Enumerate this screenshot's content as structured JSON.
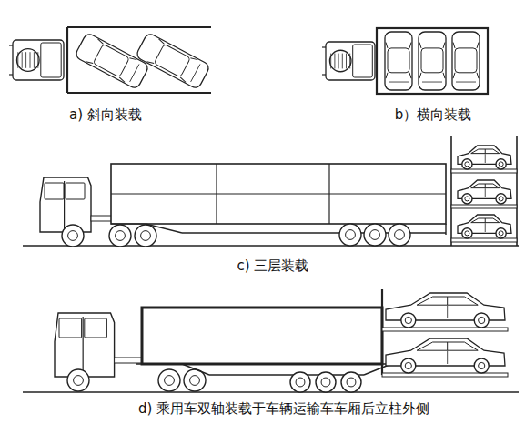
{
  "diagram": {
    "labels": [
      "a) 斜向装载",
      "b）横向装载",
      "c) 三层装载",
      "d) 乘用车双轴装载于车辆运输车车厢后立柱外侧"
    ]
  }
}
